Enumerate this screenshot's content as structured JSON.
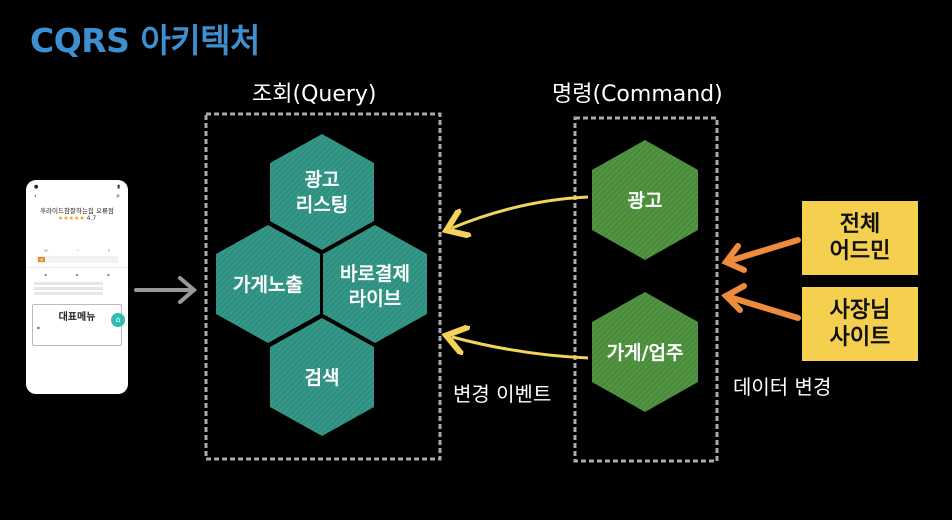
{
  "title": "CQRS 아키텍처",
  "query": {
    "label": "조회(Query)",
    "hexagons": {
      "ad_listing": [
        "광고",
        "리스팅"
      ],
      "store_exposure": "가게노출",
      "direct_pay": [
        "바로결제",
        "라이브"
      ],
      "search": "검색"
    }
  },
  "command": {
    "label": "명령(Command)",
    "hexagons": {
      "ad": "광고",
      "store_business": "가게/업주"
    }
  },
  "sources": {
    "admin": [
      "전체",
      "어드민"
    ],
    "owner": [
      "사장님",
      "사이트"
    ]
  },
  "captions": {
    "change_event": "변경 이벤트",
    "data_change": "데이터 변경"
  },
  "phone": {
    "store_name": "후라이드참잘하는집 오류점",
    "rating": "4.7",
    "menu_title": "대표메뉴"
  },
  "colors": {
    "title": "#3d8fd0",
    "query_hex": "#2f8f80",
    "command_hex": "#4a8c3c",
    "arrow_yellow": "#f3d35a",
    "arrow_orange": "#ee8c3c",
    "source_box": "#f5d04e"
  }
}
